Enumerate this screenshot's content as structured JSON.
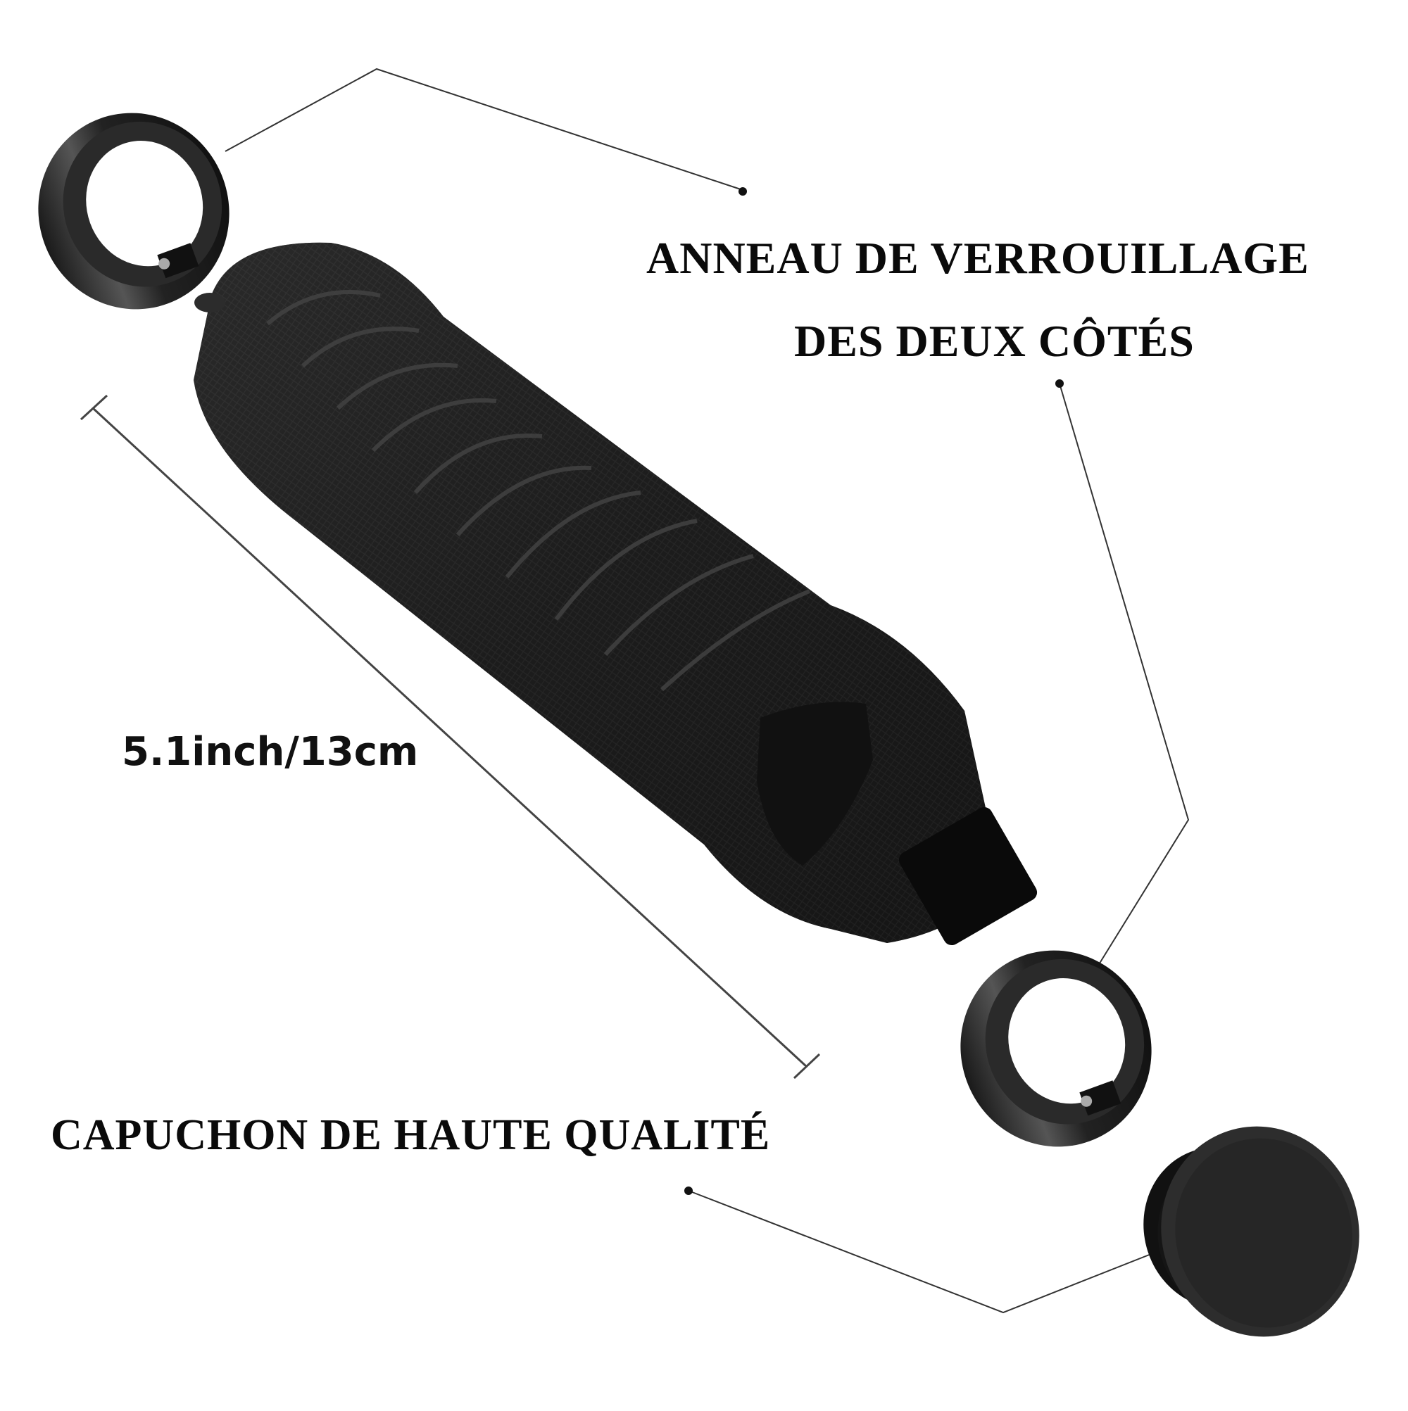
{
  "labels": {
    "lock_ring_line1": "ANNEAU DE VERROUILLAGE",
    "lock_ring_line2": "DES DEUX CÔTÉS",
    "end_cap": "CAPUCHON DE HAUTE QUALITÉ",
    "length": "5.1inch/13cm"
  },
  "components": [
    {
      "name": "lock-ring-left"
    },
    {
      "name": "handlebar-grip"
    },
    {
      "name": "lock-ring-right"
    },
    {
      "name": "end-cap"
    }
  ],
  "colors": {
    "background": "#ffffff",
    "product": "#1a1a1a",
    "text": "#0a0a0a",
    "callout_line": "#333333"
  }
}
